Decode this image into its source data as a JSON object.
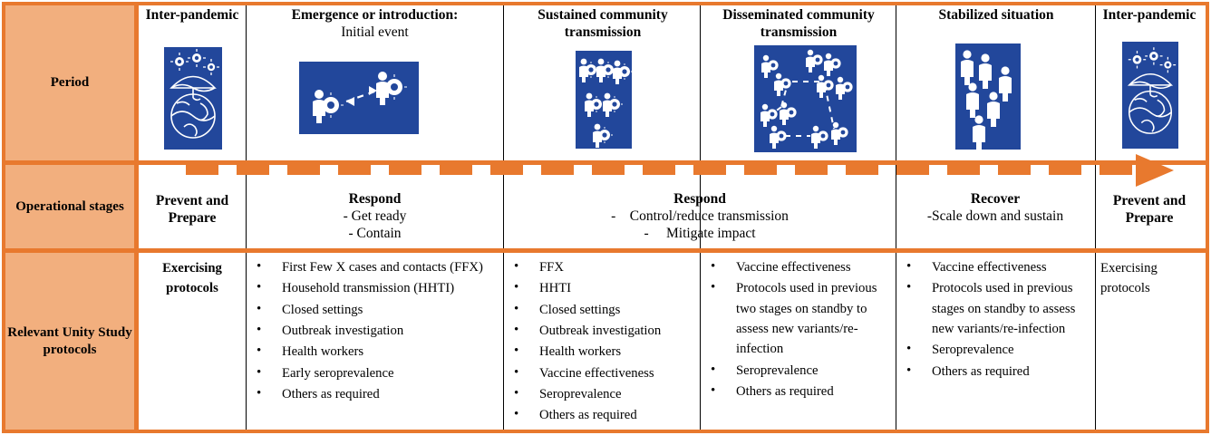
{
  "colors": {
    "border_orange": "#E8792E",
    "fill_peach": "#F2AF7E",
    "icon_blue": "#22479B",
    "divider_black": "#000000"
  },
  "row_labels": {
    "period": "Period",
    "operational_stages": "Operational stages",
    "protocols": "Relevant Unity Study protocols"
  },
  "periods": [
    {
      "title": "Inter-pandemic",
      "subtitle": "",
      "icon": "umbrella-globe-virus-icon"
    },
    {
      "title": "Emergence or introduction:",
      "subtitle": "Initial event",
      "icon": "two-people-virus-transmission-icon"
    },
    {
      "title": "Sustained community transmission",
      "subtitle": "",
      "icon": "six-infected-people-cluster-icon"
    },
    {
      "title": "Disseminated community transmission",
      "subtitle": "",
      "icon": "infected-people-network-icon"
    },
    {
      "title": "Stabilized situation",
      "subtitle": "",
      "icon": "scattered-healthy-people-icon"
    },
    {
      "title": "Inter-pandemic",
      "subtitle": "",
      "icon": "umbrella-globe-virus-icon"
    }
  ],
  "stages": [
    {
      "heading": "Prevent and Prepare",
      "lines": []
    },
    {
      "heading": "Respond",
      "lines": [
        "- Get ready",
        "- Contain"
      ]
    },
    {
      "heading": "Respond",
      "lines": [
        "-    Control/reduce transmission",
        "-     Mitigate impact"
      ]
    },
    {
      "heading": "Recover",
      "lines": [
        "-Scale down and sustain"
      ]
    },
    {
      "heading": "Prevent and Prepare",
      "lines": []
    }
  ],
  "protocols": [
    {
      "plain": "Exercising protocols",
      "items": []
    },
    {
      "plain": "",
      "items": [
        "First Few X cases and contacts (FFX)",
        "Household transmission (HHTI)",
        "Closed settings",
        "Outbreak investigation",
        "Health workers",
        "Early seroprevalence",
        "Others as required"
      ]
    },
    {
      "plain": "",
      "items": [
        "FFX",
        "HHTI",
        "Closed settings",
        "Outbreak investigation",
        "Health workers",
        "Vaccine effectiveness",
        "Seroprevalence",
        "Others as required"
      ]
    },
    {
      "plain": "",
      "items": [
        "Vaccine effectiveness",
        "Protocols used in previous two stages on standby to assess new variants/re-infection",
        "Seroprevalence",
        "Others as required"
      ]
    },
    {
      "plain": "",
      "items": [
        "Vaccine effectiveness",
        "Protocols used in previous stages on standby to assess new variants/re-infection",
        "Seroprevalence",
        "Others as required"
      ]
    },
    {
      "plain": "Exercising protocols",
      "items": []
    }
  ]
}
